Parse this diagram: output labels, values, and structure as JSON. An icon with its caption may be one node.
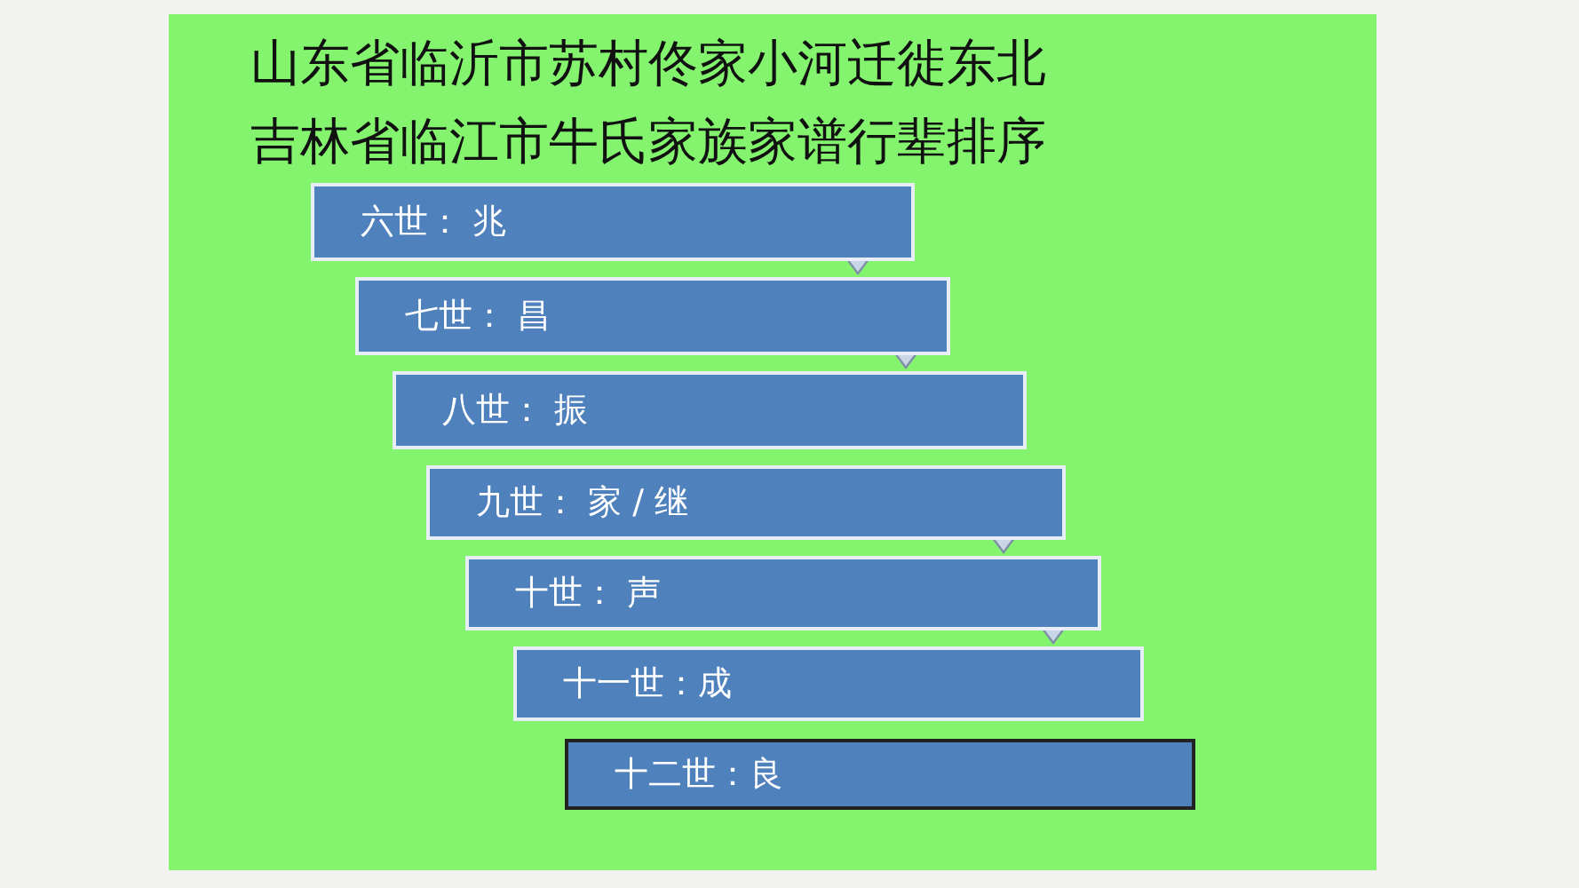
{
  "diagram": {
    "title": "山东省临沂市苏村佟家小河迁徙东北吉林省临江市牛氏家族家谱行辈排序",
    "nodes": [
      {
        "text": [
          "六世： 兆"
        ]
      },
      {
        "text": [
          "七世： 昌"
        ]
      },
      {
        "text": [
          "八世： 振"
        ]
      },
      {
        "text": [
          "九世： 家 / 继"
        ]
      },
      {
        "text": [
          "十世： 声"
        ]
      },
      {
        "text": [
          "十一世：成"
        ]
      },
      {
        "text": [
          "十二世：良"
        ]
      }
    ],
    "edges": [
      {
        "from": 0,
        "to": 1,
        "arrow": "to"
      },
      {
        "from": 1,
        "to": 2,
        "arrow": "to"
      },
      {
        "from": 3,
        "to": 4,
        "arrow": "to"
      },
      {
        "from": 4,
        "to": 5,
        "arrow": "to"
      }
    ]
  }
}
